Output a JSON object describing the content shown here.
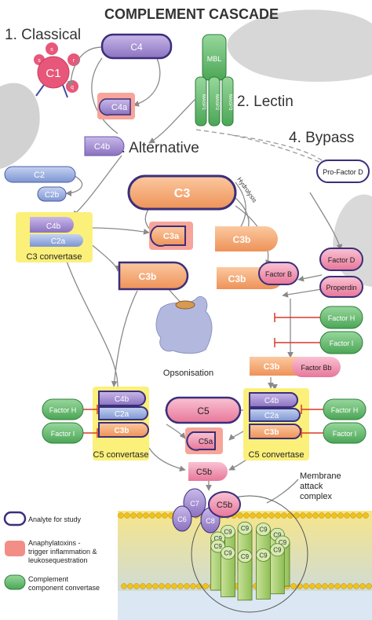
{
  "title": "COMPLEMENT CASCADE",
  "pathways": {
    "classical": "1. Classical",
    "lectin": "2. Lectin",
    "alternative": "3. Alternative",
    "bypass": "4. Bypass"
  },
  "c1": {
    "label": "C1",
    "sub_s1": "s",
    "sub_r": "r",
    "sub_s2": "s",
    "sub_q": "q"
  },
  "molecules": {
    "c4": "C4",
    "c4a": "C4a",
    "c4b": "C4b",
    "c2": "C2",
    "c2b": "C2b",
    "c2a": "C2a",
    "c3": "C3",
    "c3a": "C3a",
    "c3b": "C3b",
    "c5": "C5",
    "c5a": "C5a",
    "c5b": "C5b",
    "c6": "C6",
    "c7": "C7",
    "c8": "C8",
    "c9": "C9",
    "mbl": "MBL",
    "masp1": "MASP1",
    "masp2": "MASP2",
    "masp3": "MASP3",
    "hydrolysis": "Hydrolysis",
    "pro_factor_d": "Pro-Factor D",
    "factor_d": "Factor D",
    "properdin": "Properdin",
    "factor_h": "Factor H",
    "factor_i": "Factor I",
    "factor_b": "Factor B",
    "factor_bb": "Factor Bb"
  },
  "labels": {
    "c3_convertase": "C3 convertase",
    "c5_convertase_left": "C5 convertase",
    "c5_convertase_right": "C5 convertase",
    "opsonisation": "Opsonisation",
    "mac_line1": "Membrane",
    "mac_line2": "attack",
    "mac_line3": "complex"
  },
  "legend": {
    "analyte": "Analyte for study",
    "anaphylatoxins_1": "Anaphylatoxins -",
    "anaphylatoxins_2": "trigger inflammation &",
    "anaphylatoxins_3": "leukosequestration",
    "convertase_1": "Complement",
    "convertase_2": "component convertase"
  },
  "colors": {
    "purple": "#9b85c8",
    "purple_border": "#3a2f7a",
    "orange": "#f4a56a",
    "pink": "#ee8aa6",
    "salmon": "#f28e86",
    "green": "#5fb868",
    "green_dark": "#2e7d3a",
    "yellow": "#fbf07a",
    "blue": "#8ea5dc",
    "red": "#d63a2a"
  }
}
